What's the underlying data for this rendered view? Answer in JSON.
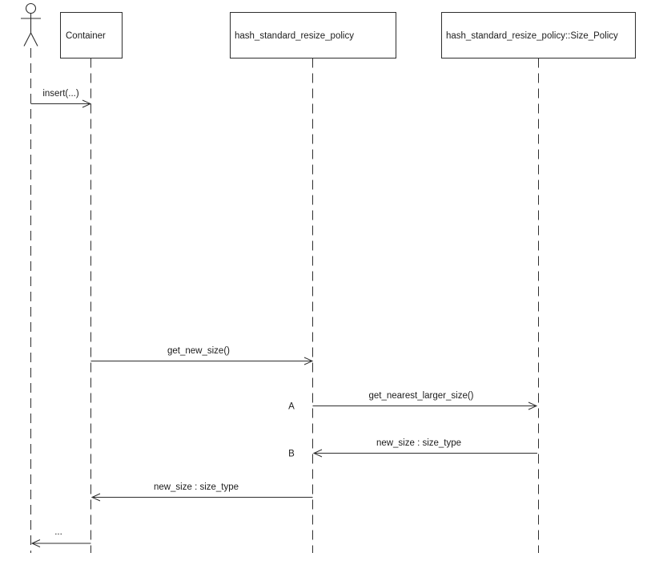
{
  "diagram": {
    "kind": "uml-sequence-diagram",
    "colors": {
      "line": "#2e2e2e",
      "text": "#1c1c1c",
      "background": "#ffffff"
    },
    "actor": {
      "name": "actor"
    },
    "participants": [
      {
        "label": "Container"
      },
      {
        "label": "hash_standard_resize_policy"
      },
      {
        "label": "hash_standard_resize_policy::Size_Policy"
      }
    ],
    "messages": [
      {
        "label": "insert(...)",
        "from": "actor",
        "to": "Container",
        "direction": "right"
      },
      {
        "label": "get_new_size()",
        "from": "Container",
        "to": "hash_standard_resize_policy",
        "direction": "right"
      },
      {
        "label": "get_nearest_larger_size()",
        "marker": "A",
        "from": "hash_standard_resize_policy",
        "to": "hash_standard_resize_policy::Size_Policy",
        "direction": "right"
      },
      {
        "label": "new_size : size_type",
        "marker": "B",
        "from": "hash_standard_resize_policy::Size_Policy",
        "to": "hash_standard_resize_policy",
        "direction": "left"
      },
      {
        "label": "new_size : size_type",
        "from": "hash_standard_resize_policy",
        "to": "Container",
        "direction": "left"
      },
      {
        "label": "...",
        "from": "Container",
        "to": "actor",
        "direction": "left"
      }
    ]
  }
}
